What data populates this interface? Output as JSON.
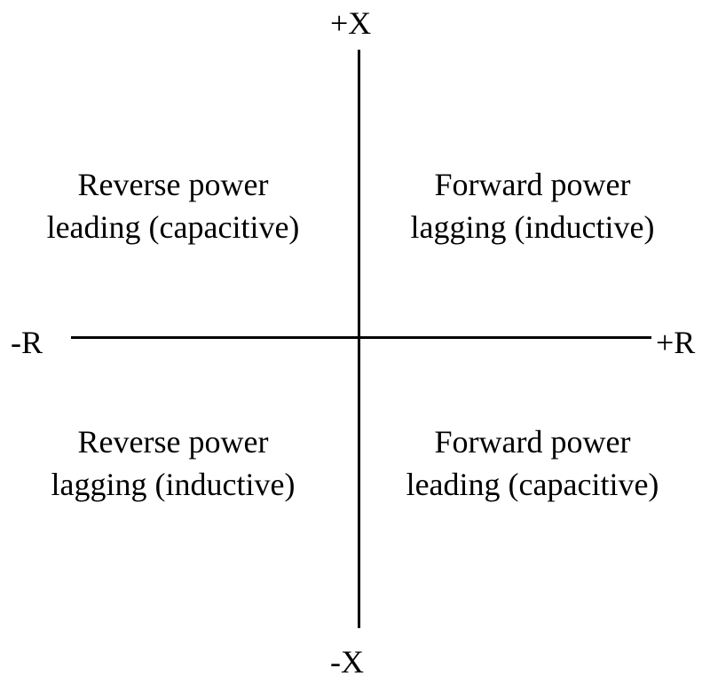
{
  "axes": {
    "pos_x": "+X",
    "neg_x": "-X",
    "neg_r": "-R",
    "pos_r": "+R"
  },
  "quadrants": {
    "upper_left": {
      "line1": "Reverse power",
      "line2": "leading (capacitive)"
    },
    "upper_right": {
      "line1": "Forward power",
      "line2": "lagging (inductive)"
    },
    "lower_left": {
      "line1": "Reverse power",
      "line2": "lagging (inductive)"
    },
    "lower_right": {
      "line1": "Forward power",
      "line2": "leading (capacitive)"
    }
  },
  "colors": {
    "background": "#ffffff",
    "line": "#000000",
    "text": "#000000"
  }
}
